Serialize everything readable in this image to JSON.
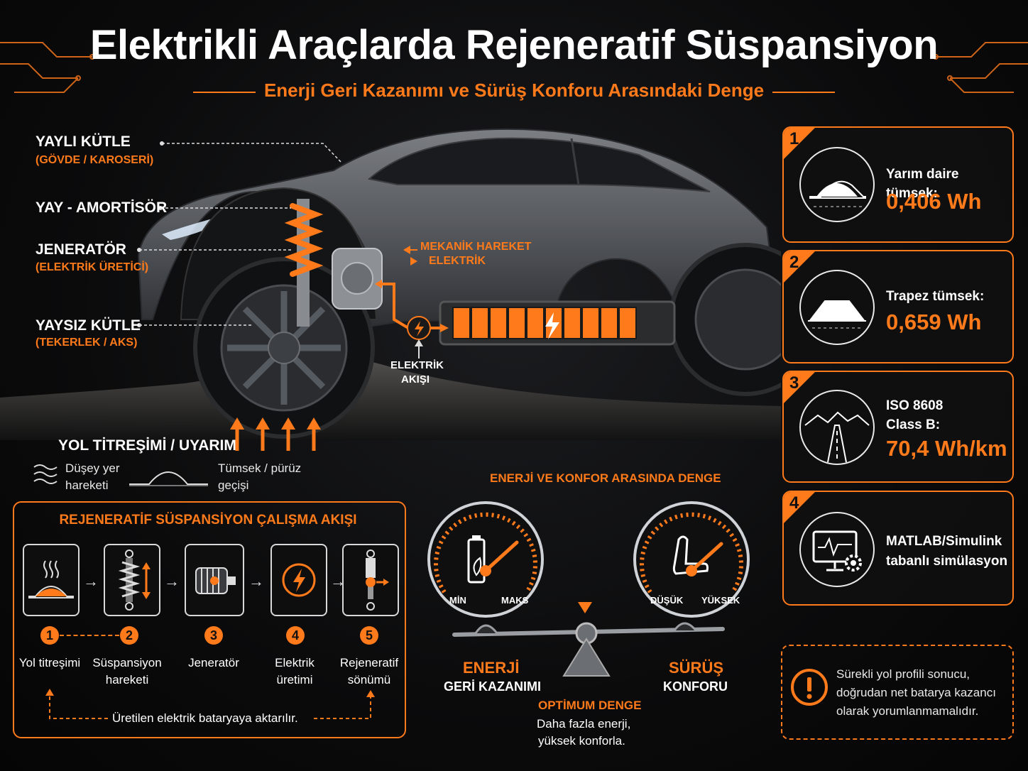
{
  "header": {
    "title": "Elektrikli Araçlarda Rejeneratif Süspansiyon",
    "subtitle": "Enerji Geri Kazanımı ve Sürüş Konforu Arasındaki Denge"
  },
  "car_labels": {
    "sprung_mass": "YAYLI KÜTLE",
    "sprung_mass_sub": "(GÖVDE / KAROSERİ)",
    "spring_damper": "YAY - AMORTİSÖR",
    "generator": "JENERATÖR",
    "generator_sub": "(ELEKTRİK ÜRETİCİ)",
    "unsprung_mass": "YAYSIZ KÜTLE",
    "unsprung_mass_sub": "(TEKERLEK / AKS)",
    "mechanical_motion": "MEKANİK HAREKET",
    "electric": "ELEKTRİK",
    "electric_flow_1": "ELEKTRİK",
    "electric_flow_2": "AKIŞI"
  },
  "road": {
    "title": "YOL TİTREŞİMİ / UYARIM",
    "vertical_motion_1": "Düşey yer",
    "vertical_motion_2": "hareketi",
    "bump_transit_1": "Tümsek / pürüz",
    "bump_transit_2": "geçişi"
  },
  "cards": [
    {
      "num": "1",
      "label": "Yarım daire tümsek:",
      "value": "0,406 Wh",
      "icon": "half-circle-bump-icon"
    },
    {
      "num": "2",
      "label": "Trapez tümsek:",
      "value": "0,659 Wh",
      "icon": "trapezoid-bump-icon"
    },
    {
      "num": "3",
      "label_1": "ISO 8608",
      "label_2": "Class B:",
      "value": "70,4 Wh/km",
      "icon": "road-profile-icon"
    },
    {
      "num": "4",
      "label_1": "MATLAB/Simulink",
      "label_2": "tabanlı simülasyon",
      "icon": "monitor-gear-icon"
    }
  ],
  "flow": {
    "title": "REJENERATİF SÜSPANSİYON ÇALIŞMA AKIŞI",
    "steps": [
      {
        "num": "1",
        "line1": "Yol titreşimi",
        "line2": "",
        "icon": "road-vibration-icon"
      },
      {
        "num": "2",
        "line1": "Süspansiyon",
        "line2": "hareketi",
        "icon": "shock-absorber-icon"
      },
      {
        "num": "3",
        "line1": "Jeneratör",
        "line2": "",
        "icon": "generator-icon"
      },
      {
        "num": "4",
        "line1": "Elektrik",
        "line2": "üretimi",
        "icon": "lightning-icon"
      },
      {
        "num": "5",
        "line1": "Rejeneratif",
        "line2": "sönümü",
        "icon": "damper-icon"
      }
    ],
    "footer": "Üretilen elektrik bataryaya aktarılır."
  },
  "balance": {
    "title": "ENERJİ VE KONFOR ARASINDA DENGE",
    "left_min": "MİN",
    "left_max": "MAKS",
    "right_low": "DÜŞÜK",
    "right_high": "YÜKSEK",
    "left_title": "ENERJİ",
    "left_sub": "GERİ KAZANIMI",
    "right_title": "SÜRÜŞ",
    "right_sub": "KONFORU",
    "optimum": "OPTİMUM DENGE",
    "optimum_line1": "Daha fazla enerji,",
    "optimum_line2": "yüksek konforla."
  },
  "warning": {
    "line1": "Sürekli yol profili sonucu,",
    "line2": "doğrudan net batarya kazancı",
    "line3": "olarak yorumlanmamalıdır."
  },
  "colors": {
    "accent": "#ff7a1a",
    "background": "#0b0b0c",
    "car": "#5c5f64"
  }
}
